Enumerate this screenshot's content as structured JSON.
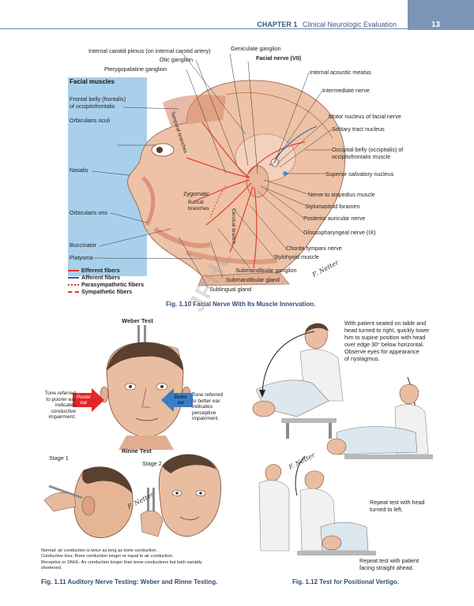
{
  "header": {
    "chapter": "CHAPTER 1",
    "title": "Clinical Neurologic Evaluation",
    "page": "13"
  },
  "fig110": {
    "muscles_title": "Facial muscles",
    "labels_left": {
      "frontal_belly": "Frontal belly (frontalis)",
      "frontal_belly_2": "of occipitofrontalis",
      "orbicularis_oculi": "Orbicularis oculi",
      "nasalis": "Nasalis",
      "orbicularis_oris": "Orbicularis oris",
      "buccinator": "Buccinator",
      "platysma": "Platysma"
    },
    "labels_top": {
      "carotid_plexus": "Internal carotid plexus (on internal carotid artery)",
      "geniculate": "Geniculate ganglion",
      "otic": "Otic ganglion",
      "facial_nerve": "Facial nerve (VII)",
      "pterygopalatine": "Pterygopalatine ganglion"
    },
    "labels_right": {
      "acoustic_meatus": "Internal acoustic meatus",
      "intermediate": "Intermediate nerve",
      "motor_nucleus": "Motor nucleus of facial nerve",
      "solitary": "Solitary tract nucleus",
      "occipital_belly": "Occipital belly (occipitalis) of",
      "occipital_belly_2": "occipitofrontalis muscle",
      "salivatory": "Superior salivatory nucleus",
      "stapedius": "Nerve to stapedius muscle",
      "stylomastoid": "Stylomastoid foramen",
      "posterior_auricular": "Posterior auricular nerve",
      "glossopharyngeal": "Glossopharyngeal nerve (IX)",
      "chorda_tympani": "Chorda tympani nerve",
      "stylohyoid": "Stylohyoid muscle"
    },
    "labels_bottom": {
      "submandibular_ganglion": "Submandibular ganglion",
      "submandibular_gland": "Submandibular gland",
      "sublingual": "Sublingual gland"
    },
    "labels_branches": {
      "temporal": "Temporal branches",
      "zygomatic": "Zygomatic",
      "buccal": "Buccal",
      "buccal_2": "branches",
      "cervical": "Cervical branch"
    },
    "legend": [
      {
        "label": "Efferent fibers",
        "color": "#d93a2b",
        "style": "solid"
      },
      {
        "label": "Afferent fibers",
        "color": "#2f5fa8",
        "style": "solid"
      },
      {
        "label": "Parasympathetic fibers",
        "color": "#d93a2b",
        "style": "dotted"
      },
      {
        "label": "Sympathetic fibers",
        "color": "#d93a2b",
        "style": "dashed"
      }
    ],
    "caption": "Fig. 1.10 Facial Nerve With Its Muscle Innervation.",
    "signature": "F. Netter"
  },
  "watermark": "JPHL",
  "fig111": {
    "weber_title": "Weber Test",
    "left_note": [
      "Tone referred",
      "to poorer ear",
      "indicates",
      "conductive",
      "impairment."
    ],
    "left_arrow": [
      "Poorer",
      "ear"
    ],
    "right_note": [
      "Tone referred",
      "to better ear",
      "indicates",
      "perceptive",
      "impairment."
    ],
    "right_arrow": [
      "Better",
      "ear"
    ],
    "rinne_title": "Rinne Test",
    "stage1": "Stage 1",
    "stage2": "Stage 2",
    "notes": [
      "Normal: air conduction is twice as long as bone conduction.",
      "Conductive loss: Bone conduction longer or equal to air conduction.",
      "Receptive or SNHL: Air conduction longer than bone conductions but both variably",
      "shortened."
    ],
    "caption": "Fig. 1.11 Auditory Nerve Testing: Weber and Rinne Testing."
  },
  "fig112": {
    "note_top": [
      "With patient seated on table and",
      "head turned to right, quickly lower",
      "him to supine position with head",
      "over edge 30° below horizontal.",
      "Observe eyes for appearance",
      "of nystagmus."
    ],
    "note_mid": [
      "Repeat test with head",
      "turned to left."
    ],
    "note_bottom": [
      "Repeat test with patient",
      "facing straight ahead."
    ],
    "caption": "Fig. 1.12 Test for Positional Vertigo."
  }
}
